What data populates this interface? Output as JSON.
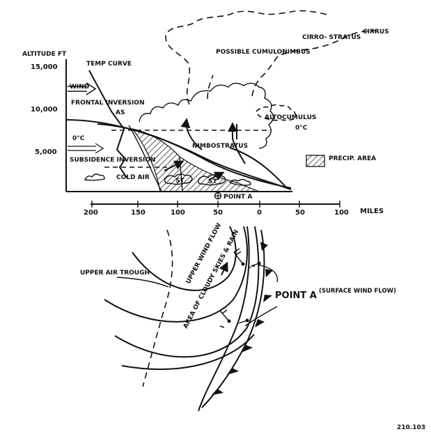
{
  "cross_section": {
    "altitude_axis_label": "ALTITUDE FT",
    "altitude_ticks": [
      "15,000",
      "10,000",
      "5,000"
    ],
    "distance_ticks": [
      "200",
      "150",
      "100",
      "50",
      "0",
      "50",
      "100"
    ],
    "distance_unit": "MILES",
    "labels": {
      "wind": "WIND",
      "temp_curve": "TEMP CURVE",
      "frontal_inversion": "FRONTAL INVERSION",
      "as": "AS",
      "zero_c_left": "0°C",
      "zero_c_right": "0°C",
      "subsidence_inversion": "SUBSIDENCE INVERSION",
      "cold_air": "COLD AIR",
      "st1": "ST",
      "st2": "ST",
      "nimbostratus": "NIMBOSTRATUS",
      "possible_cumulonimbus": "POSSIBLE CUMULONIMBUS",
      "cirrostratus": "CIRRO- STRATUS",
      "cirrus": "CIRRUS",
      "altocumulus": "ALTOCUMULUS",
      "precip_area": "PRECIP. AREA",
      "point_a": "POINT A"
    }
  },
  "plan_view": {
    "upper_air_trough": "UPPER AIR TROUGH",
    "upper_wind_flow": "UPPER WIND FLOW",
    "cloudy_area": "AREA OF CLOUDY SKIES & RAIN",
    "point_a": "POINT A",
    "surface_wind_flow": "(SURFACE WIND FLOW)"
  },
  "figure_number": "210.103"
}
